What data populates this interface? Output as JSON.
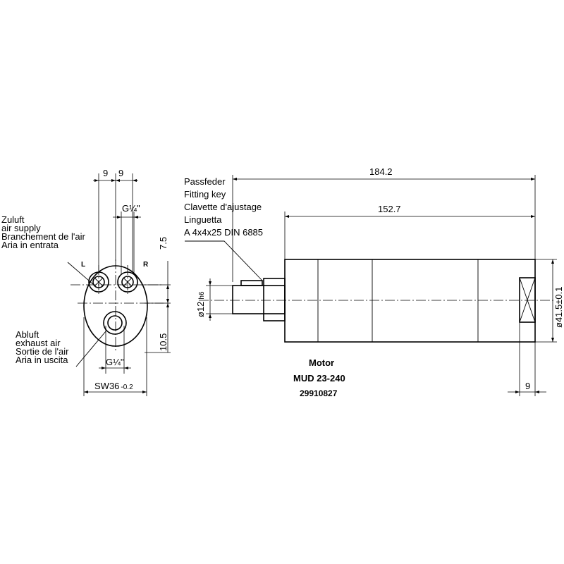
{
  "left_view": {
    "dim_top_left": "9",
    "dim_top_right": "9",
    "thread_top": "G¼\"",
    "dim_right_upper": "7.5",
    "dim_right_lower": "10.5",
    "thread_bottom": "G¼\"",
    "port_left": "L",
    "port_right": "R",
    "wrench_size": "SW36",
    "wrench_tol": "-0.2",
    "supply_label": [
      "Zuluft",
      "air supply",
      "Branchement de l'air",
      "Aria in entrata"
    ],
    "exhaust_label": [
      "Abluft",
      "exhaust air",
      "Sortie de l'air",
      "Aria in uscita"
    ]
  },
  "side_view": {
    "overall_length": "184.2",
    "body_length": "152.7",
    "key_label": [
      "Passfeder",
      "Fitting key",
      "Clavette d'ajustage",
      "Linguetta",
      "A  4x4x25  DIN  6885"
    ],
    "shaft_dia": "ø12",
    "shaft_tol": "h6",
    "body_dia": "ø41.5±0.1",
    "end_dim": "9"
  },
  "title_block": {
    "line1": "Motor",
    "line2": "MUD 23-240",
    "line3": "29910827"
  }
}
